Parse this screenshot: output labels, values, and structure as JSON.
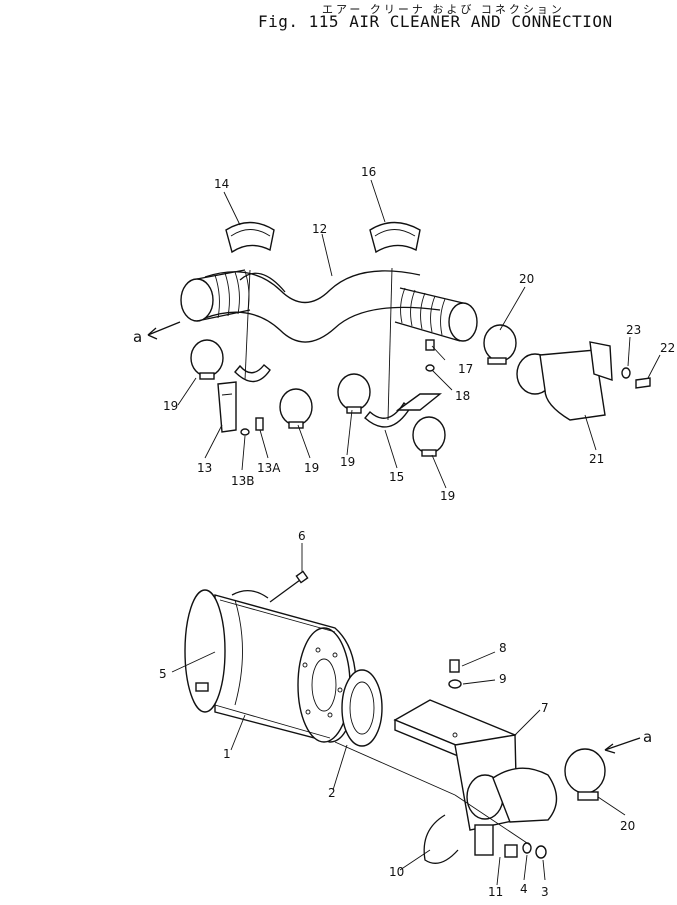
{
  "figure": {
    "title_jp": "エアー クリーナ および コネクション",
    "title_en": "Fig. 115 AIR CLEANER AND CONNECTION"
  },
  "callouts": {
    "p1": "1",
    "p2": "2",
    "p3": "3",
    "p4": "4",
    "p5": "5",
    "p6": "6",
    "p7": "7",
    "p8": "8",
    "p9": "9",
    "p10": "10",
    "p11": "11",
    "p12": "12",
    "p13": "13",
    "p13a": "13A",
    "p13b": "13B",
    "p14": "14",
    "p15": "15",
    "p16": "16",
    "p17": "17",
    "p18": "18",
    "p19a": "19",
    "p19b": "19",
    "p19c": "19",
    "p19d": "19",
    "p20a": "20",
    "p20b": "20",
    "p21": "21",
    "p22": "22",
    "p23": "23",
    "ref_a_top": "a",
    "ref_a_bottom": "a"
  }
}
